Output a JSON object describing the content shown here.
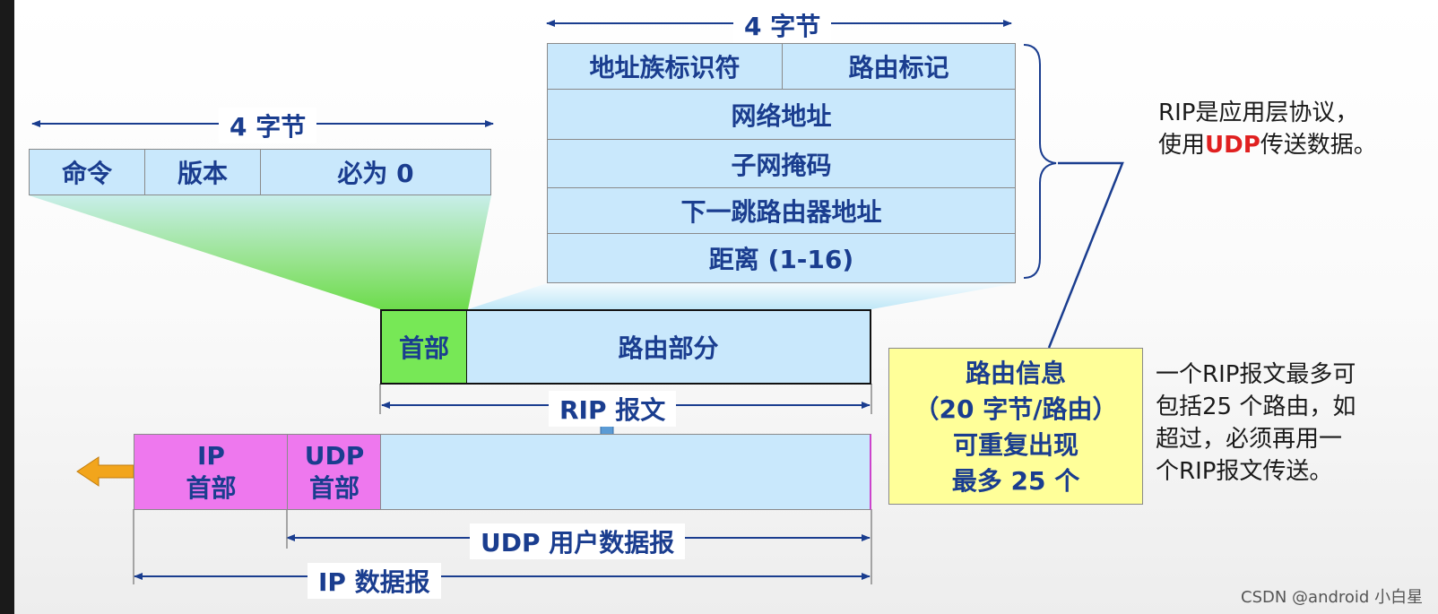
{
  "header_fields": {
    "width_label": "4 字节",
    "command": "命令",
    "version": "版本",
    "must_zero": "必为 0"
  },
  "route_fields": {
    "width_label": "4 字节",
    "address_family": "地址族标识符",
    "route_tag": "路由标记",
    "network_address": "网络地址",
    "subnet_mask": "子网掩码",
    "next_hop": "下一跳路由器地址",
    "distance": "距离 (1-16)"
  },
  "rip_message": {
    "header": "首部",
    "routing_part": "路由部分",
    "label": "RIP 报文"
  },
  "udp_datagram": {
    "ip_header_line1": "IP",
    "ip_header_line2": "首部",
    "udp_header_line1": "UDP",
    "udp_header_line2": "首部",
    "udp_label": "UDP 用户数据报",
    "ip_label": "IP 数据报"
  },
  "route_info_box": {
    "line1": "路由信息",
    "line2": "（20 字节/路由）",
    "line3": "可重复出现",
    "line4": "最多 25 个"
  },
  "note_top": {
    "line1": "RIP是应用层协议，",
    "line2_prefix": "使用",
    "line2_highlight": "UDP",
    "line2_suffix": "传送数据。"
  },
  "note_bottom": {
    "line1": "一个RIP报文最多可",
    "line2": "包括25 个路由，如",
    "line3": "超过，必须再用一",
    "line4": "个RIP报文传送。"
  },
  "watermark": "CSDN @android 小白星",
  "colors": {
    "field_fill": "#c9e8fc",
    "header_green": "#77e856",
    "header_pink": "#ee78ee",
    "route_yellow": "#ffff99",
    "text_blue": "#1a3d8f",
    "highlight_red": "#e02020",
    "arrow_orange": "#f2a51c",
    "arrow_blue": "#5b9bd5"
  }
}
